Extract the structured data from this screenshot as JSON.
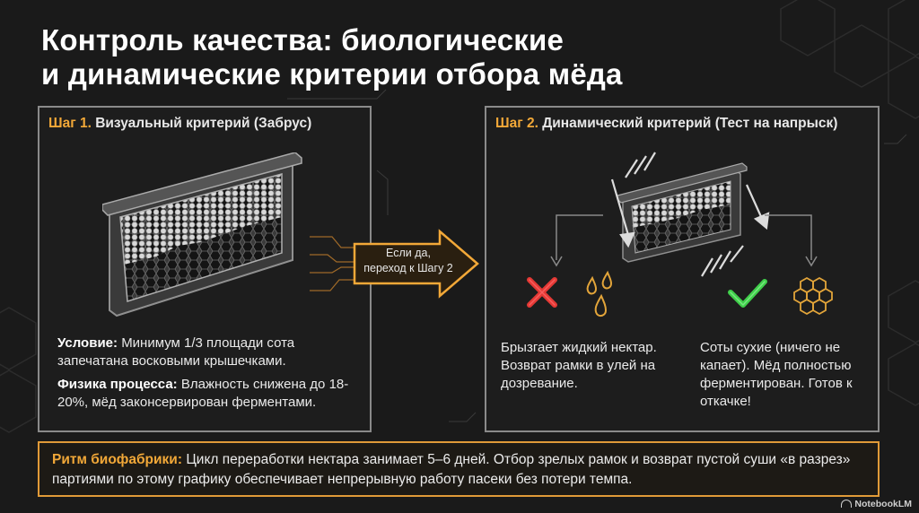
{
  "title": {
    "line1": "Контроль качества: биологические",
    "line2": "и динамические критерии отбора мёда"
  },
  "step1": {
    "step_label": "Шаг 1.",
    "heading": "Визуальный критерий (Забрус)",
    "condition_label": "Условие:",
    "condition_text": "Минимум 1/3 площади сота запечатана восковыми крышечками.",
    "physics_label": "Физика процесса:",
    "physics_text": "Влажность снижена до 18-20%, мёд законсервирован ферментами."
  },
  "transition": {
    "line1": "Если да,",
    "line2": "переход к Шагу 2"
  },
  "step2": {
    "step_label": "Шаг 2.",
    "heading": "Динамический критерий (Тест на напрыск)",
    "bad_result": "Брызгает жидкий нектар. Возврат рамки в улей на дозревание.",
    "good_result": "Соты сухие (ничего не капает). Мёд полностью ферментирован. Готов к откачке!"
  },
  "rhythm": {
    "label": "Ритм биофабрики:",
    "text": "Цикл переработки нектара занимает 5–6 дней. Отбор зрелых рамок и возврат пустой суши «в разрез» партиями по этому графику обеспечивает непрерывную работу пасеки без потери темпа."
  },
  "brand": "NotebookLM",
  "colors": {
    "accent": "#f2a838",
    "bad": "#e53935",
    "good": "#3fcf4a",
    "panel_border": "#8a8a8a"
  },
  "icons": {
    "bad": "cross-icon",
    "drops": "drops-icon",
    "good": "check-icon",
    "honeycomb": "honeycomb-icon"
  }
}
